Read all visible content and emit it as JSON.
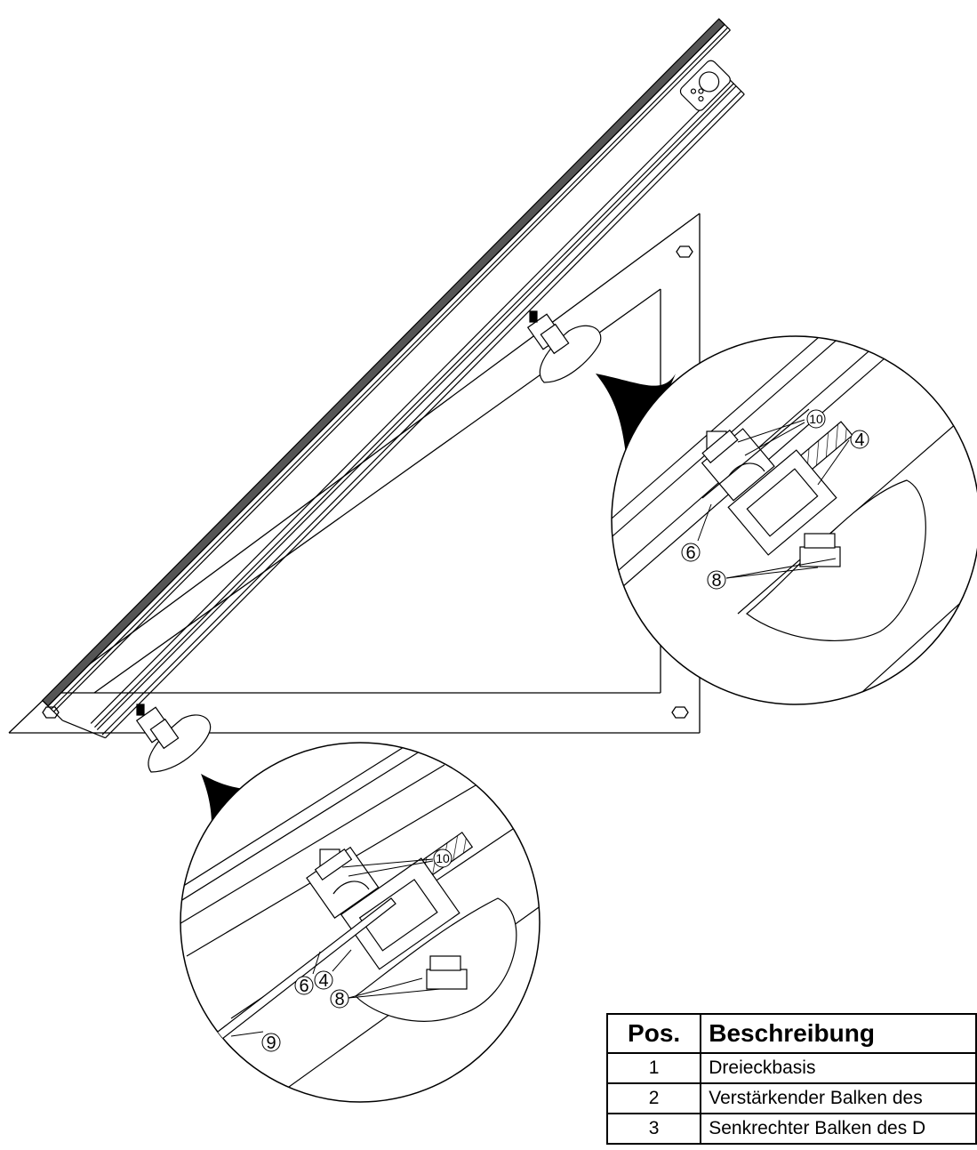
{
  "callouts": {
    "top_detail": {
      "c10": "10",
      "c4": "4",
      "c6": "6",
      "c8": "8"
    },
    "bottom_detail": {
      "c10": "10",
      "c6": "6",
      "c4": "4",
      "c8": "8",
      "c9": "9"
    }
  },
  "table": {
    "headers": {
      "pos": "Pos.",
      "desc": "Beschreibung"
    },
    "rows": [
      {
        "pos": "1",
        "desc": "Dreieckbasis"
      },
      {
        "pos": "2",
        "desc": "Verstärkender Balken des"
      },
      {
        "pos": "3",
        "desc": "Senkrechter Balken des D"
      }
    ]
  }
}
